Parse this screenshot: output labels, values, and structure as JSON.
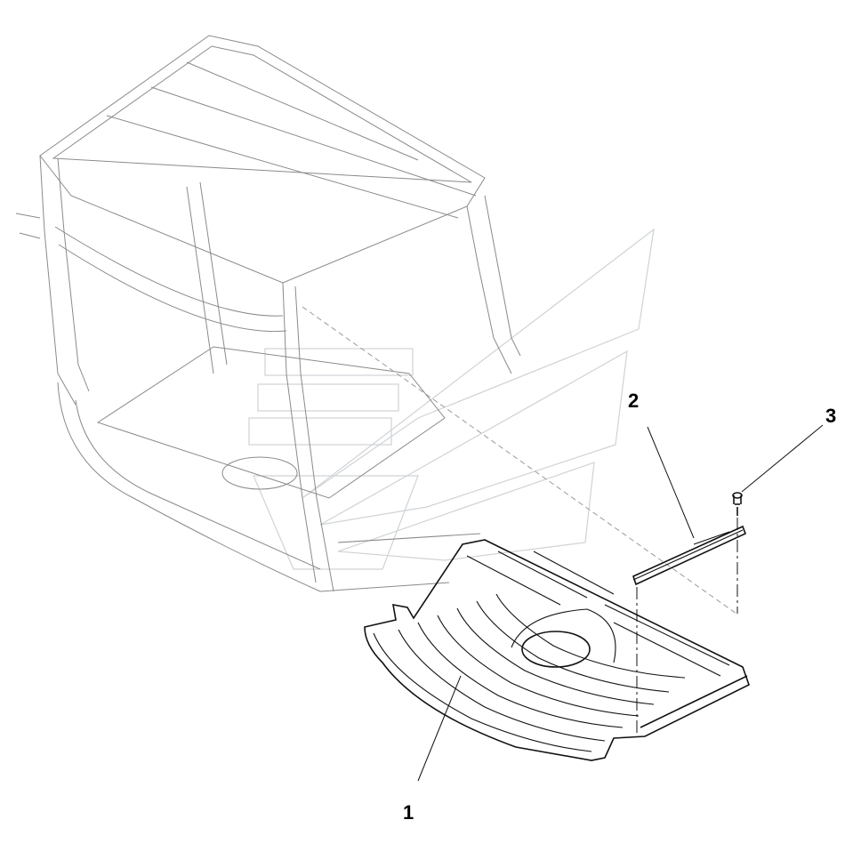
{
  "diagram": {
    "callouts": {
      "item_1": "1",
      "item_2": "2",
      "item_3": "3"
    },
    "parts": {
      "cab_frame": "cab-frame",
      "floor_mat": "floor-mat",
      "bracket": "bracket",
      "bolt": "bolt"
    },
    "colors": {
      "line": "#111111",
      "faint_line": "#8a8a8a",
      "watermark": "#cfd3d6",
      "background": "#ffffff"
    }
  }
}
